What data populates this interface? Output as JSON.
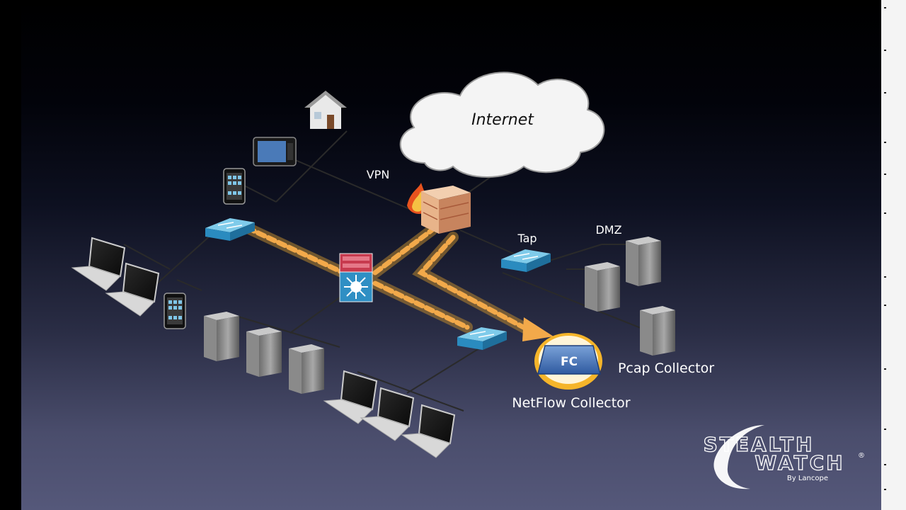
{
  "diagram": {
    "labels": {
      "internet": "Internet",
      "vpn": "VPN",
      "tap": "Tap",
      "dmz": "DMZ",
      "pcap_collector": "Pcap Collector",
      "netflow_collector": "NetFlow Collector",
      "fc_badge": "FC"
    },
    "logo": {
      "line1": "STEALTH",
      "line2": "WATCH",
      "registered": "®",
      "byline": "By Lancope"
    }
  },
  "colors": {
    "switch": "#3ea9d8",
    "firewall": "#e8b48a",
    "flow_arrow": "#f2a94a",
    "core_switch_top": "#c73a4e",
    "core_switch_bottom": "#2f8fc4"
  }
}
